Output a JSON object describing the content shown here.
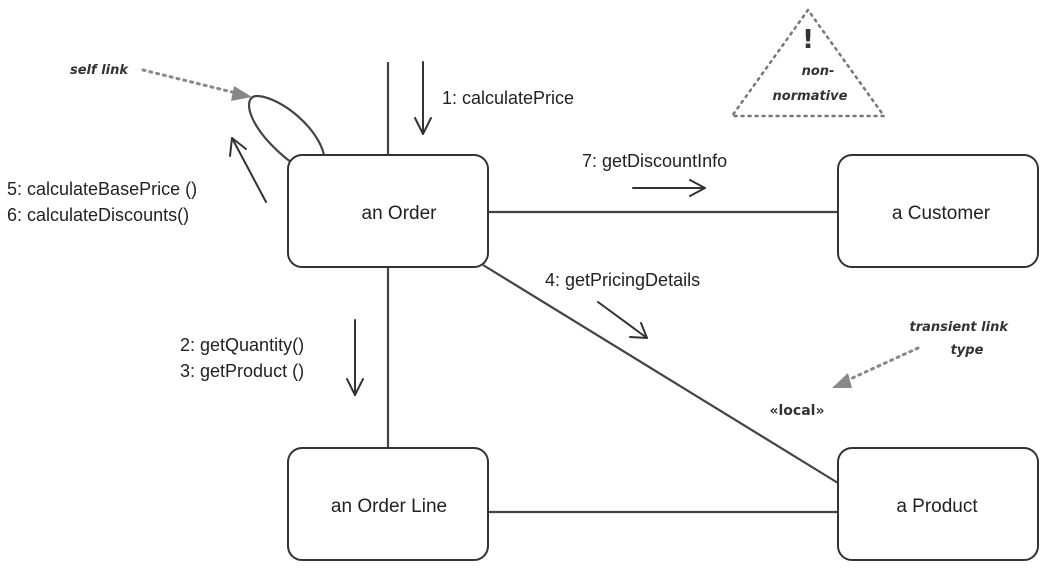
{
  "objects": {
    "order": "an Order",
    "customer": "a Customer",
    "order_line": "an Order Line",
    "product": "a Product"
  },
  "messages": {
    "calculate_price": "1: calculatePrice",
    "get_quantity": "2: getQuantity()",
    "get_product": "3: getProduct ()",
    "get_pricing_details": "4: getPricingDetails",
    "calculate_base_price": "5: calculateBasePrice ()",
    "calculate_discounts": "6: calculateDiscounts()",
    "get_discount_info": "7: getDiscountInfo"
  },
  "annotations": {
    "self_link": "self link",
    "transient_link_line1": "transient link",
    "transient_link_line2": "type",
    "stereotype": "«local»",
    "non_normative_line1": "non-",
    "non_normative_line2": "normative",
    "exclamation": "!"
  }
}
